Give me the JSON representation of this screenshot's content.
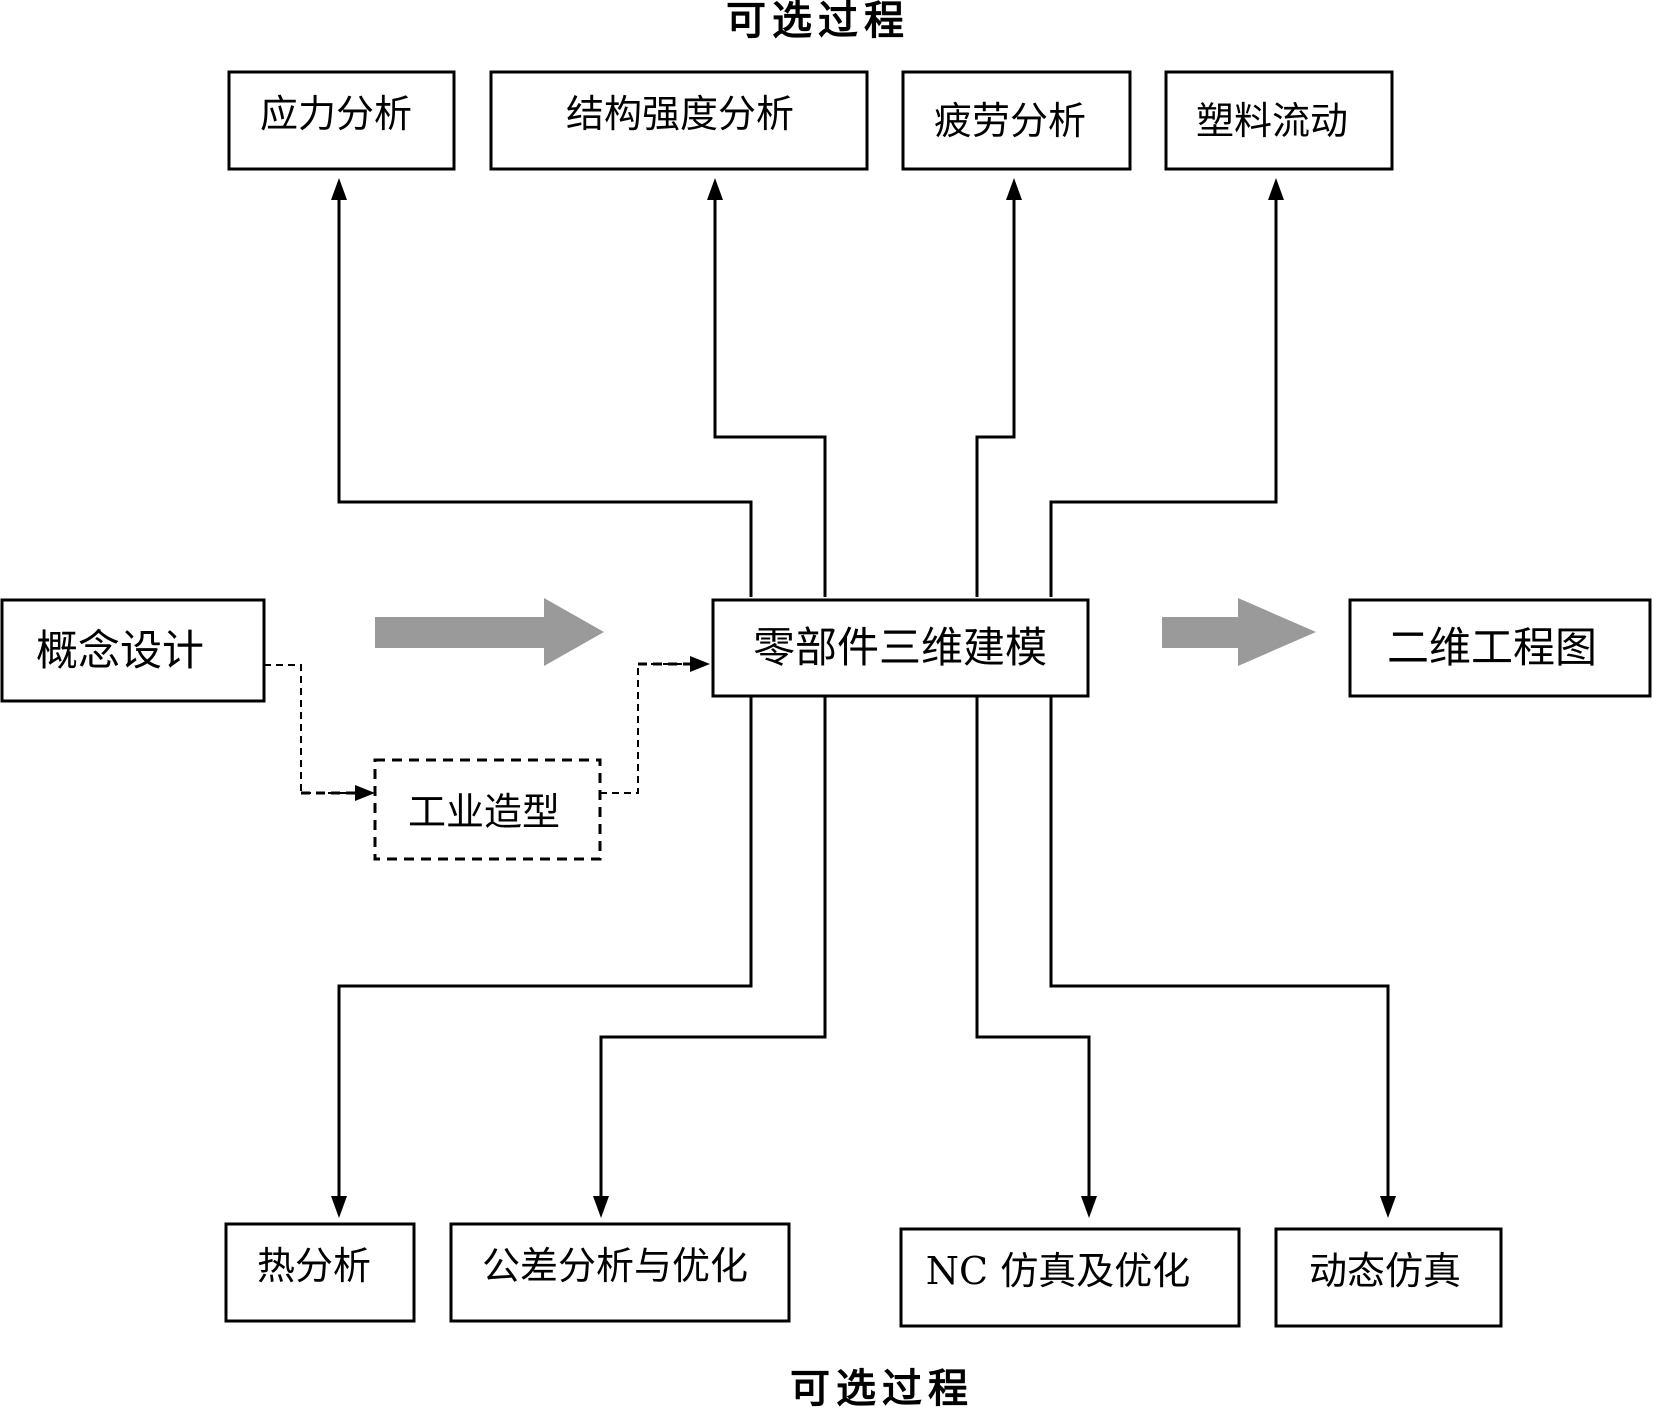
{
  "headings": {
    "top": "可选过程",
    "bottom": "可选过程"
  },
  "nodes": {
    "concept_design": "概念设计",
    "industrial_design": "工业造型",
    "part_3d_modeling": "零部件三维建模",
    "drawing_2d": "二维工程图"
  },
  "top_processes": [
    {
      "label": "应力分析"
    },
    {
      "label": "结构强度分析"
    },
    {
      "label": "疲劳分析"
    },
    {
      "label": "塑料流动"
    }
  ],
  "bottom_processes": [
    {
      "label": "热分析"
    },
    {
      "label": "公差分析与优化"
    },
    {
      "label": "NC 仿真及优化"
    },
    {
      "label": "动态仿真"
    }
  ],
  "colors": {
    "flow_arrow": "#9a9a9a",
    "line": "#000000"
  }
}
